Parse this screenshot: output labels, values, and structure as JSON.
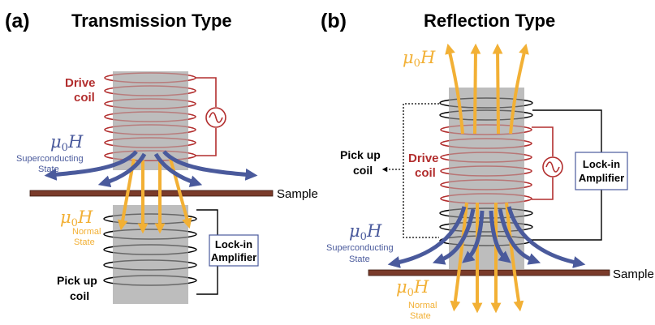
{
  "panel_a": {
    "letter": "(a)",
    "title": "Transmission Type",
    "drive_coil": [
      "Drive",
      "coil"
    ],
    "field_symbol": {
      "main": "μ",
      "sub": "0",
      "tail": "H"
    },
    "superconducting_state": [
      "Superconducting",
      "State"
    ],
    "normal_state": [
      "Normal",
      "State"
    ],
    "sample": "Sample",
    "lock_in": [
      "Lock-in",
      "Amplifier"
    ],
    "pick_up_coil": [
      "Pick up",
      "coil"
    ]
  },
  "panel_b": {
    "letter": "(b)",
    "title": "Reflection Type",
    "drive_coil": [
      "Drive",
      "coil"
    ],
    "pick_up_coil": [
      "Pick up",
      "coil"
    ],
    "field_symbol": {
      "main": "μ",
      "sub": "0",
      "tail": "H"
    },
    "superconducting_state": [
      "Superconducting",
      "State"
    ],
    "normal_state": [
      "Normal",
      "State"
    ],
    "sample": "Sample",
    "lock_in": [
      "Lock-in",
      "Amplifier"
    ]
  },
  "colors": {
    "gold_arrow": "#f2b035",
    "blue_arrow": "#4a5a9c",
    "drive_coil": "#b22e2e",
    "sample": "#7a3b2a",
    "core": "#bdbdbd"
  },
  "icons": {
    "ac_source": "sine-wave-in-circle"
  }
}
